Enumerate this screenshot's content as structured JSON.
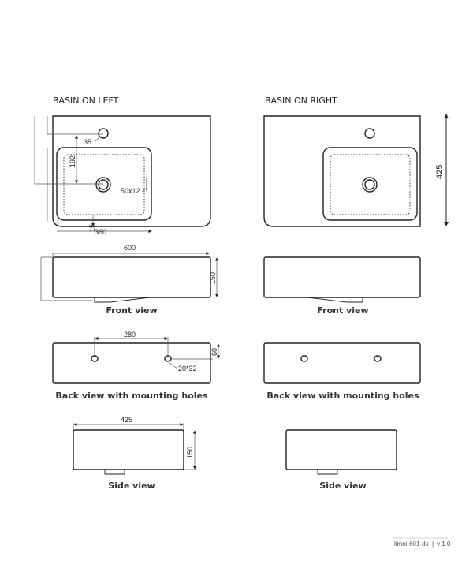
{
  "headings": {
    "left": "BASIN ON LEFT",
    "right": "BASIN ON RIGHT"
  },
  "dimensions": {
    "tap_hole": "35",
    "drain_depth": "192",
    "overflow": "50x12",
    "rim": "15",
    "basin_width": "360",
    "height_total": "425",
    "width": "600",
    "height": "150",
    "hole_spacing": "280",
    "hole_offset": "60",
    "hole_size": "20*32",
    "depth": "425",
    "side_height": "150"
  },
  "labels": {
    "front": "Front view",
    "back": "Back view with mounting holes",
    "side": "Side view"
  },
  "footer": {
    "code": "limni-601-ds",
    "separator": "|",
    "version": "v 1.0"
  }
}
